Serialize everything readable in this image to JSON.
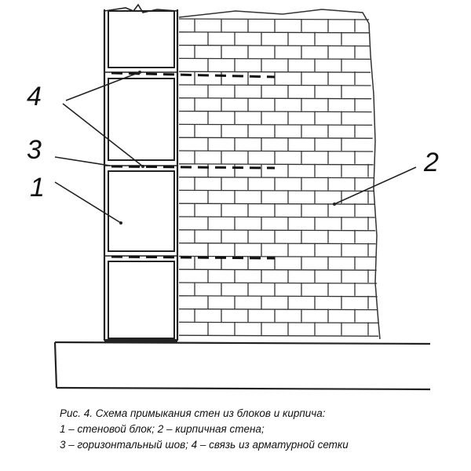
{
  "callouts": {
    "label_1": "1",
    "label_2": "2",
    "label_3": "3",
    "label_4": "4"
  },
  "caption": {
    "line1": "Рис. 4. Схема примыкания стен из блоков и кирпича:",
    "line2": "1 – стеновой блок; 2 – кирпичная стена;",
    "line3": "3 – горизонтальный шов; 4 – связь из арматурной сетки"
  },
  "colors": {
    "ink": "#222222",
    "paper": "#ffffff"
  }
}
